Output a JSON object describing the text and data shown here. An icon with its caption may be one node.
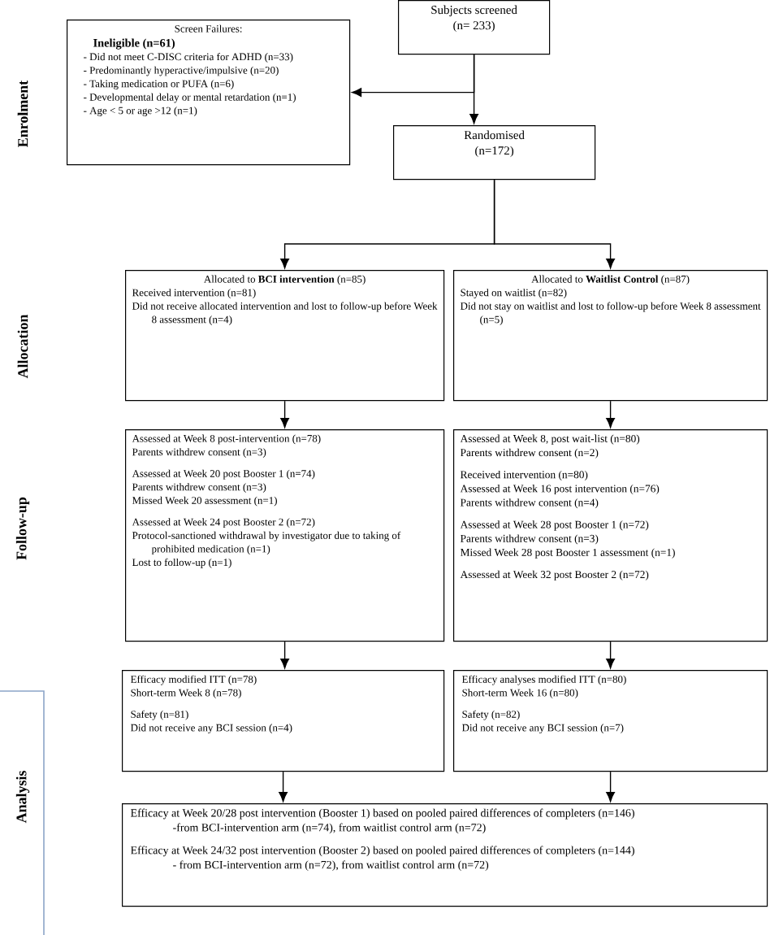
{
  "diagram": {
    "nodes": [
      {
        "text": [
          "Subjects screened (n= 233)"
        ]
      },
      {
        "text": [
          "Screen Failures:",
          "Ineligible (n=61)",
          "- Did not meet C-DISC criteria for ADHD (n=33)",
          "- Predominantly hyperactive/impulsive (n=20)",
          "- Taking medication or PUFA (n=6)",
          "- Developmental delay or mental retardation (n=1)",
          "- Age < 5  or age >12 (n=1)"
        ]
      },
      {
        "text": [
          "Randomised (n=172)"
        ]
      },
      {
        "text": [
          "Allocated to **BCI intervention** (n=85)",
          "Received intervention (n=81)",
          "Did not receive allocated intervention and lost to follow-up before Week 8 assessment (n=4)"
        ]
      },
      {
        "text": [
          "Allocated to **Waitlist Control** (n=87)",
          "Stayed on waitlist (n=82)",
          "Did not stay on waitlist and lost to follow-up before Week 8 assessment (n=5)"
        ]
      },
      {
        "text": [
          "Assessed at Week 8 post-intervention (n=78)",
          "Parents withdrew consent (n=3)",
          "Assessed at Week 20 post Booster 1 (n=74)",
          "Parents withdrew consent (n=3)",
          "Missed Week 20 assessment (n=1)",
          "Assessed at Week 24 post Booster 2 (n=72)",
          "Protocol-sanctioned withdrawal by investigator due to taking of prohibited medication (n=1)",
          "Lost to follow-up (n=1)"
        ]
      },
      {
        "text": [
          "Assessed at Week 8, post wait-list (n=80)",
          "Parents withdrew consent (n=2)",
          "Received intervention (n=80)",
          "Assessed at Week 16 post intervention (n=76)",
          "Parents withdrew consent (n=4)",
          "Assessed at Week 28 post Booster 1 (n=72)",
          "Parents withdrew consent (n=3)",
          "Missed Week 28 post Booster 1 assessment (n=1)",
          "Assessed at Week 32 post Booster 2 (n=72)"
        ]
      },
      {
        "text": [
          "Efficacy modified ITT (n=78)",
          "Short-term Week 8 (n=78)",
          "Safety (n=81)",
          "Did not receive any BCI session (n=4)"
        ]
      },
      {
        "text": [
          "Efficacy analyses modified ITT (n=80)",
          "Short-term Week 16 (n=80)",
          "Safety (n=82)",
          "Did not receive any BCI session (n=7)"
        ]
      },
      {
        "text": [
          "Efficacy at Week 20/28 post intervention (Booster 1) based on pooled paired differences of completers (n=146)",
          "-from BCI-intervention arm (n=74), from waitlist control arm (n=72)",
          "Efficacy at Week 24/32 post intervention (Booster 2) based on pooled paired differences of completers (n=144)",
          "-      from BCI-intervention arm (n=72), from waitlist control arm (n=72)"
        ]
      }
    ],
    "edges": [
      {
        "from": 0,
        "to": 1,
        "arrow": "to"
      },
      {
        "from": 0,
        "to": 2,
        "arrow": "to"
      },
      {
        "from": 2,
        "to": 3,
        "arrow": "to"
      },
      {
        "from": 2,
        "to": 4,
        "arrow": "to"
      },
      {
        "from": 3,
        "to": 5,
        "arrow": "to"
      },
      {
        "from": 4,
        "to": 6,
        "arrow": "to"
      },
      {
        "from": 5,
        "to": 7,
        "arrow": "to"
      },
      {
        "from": 6,
        "to": 8,
        "arrow": "to"
      },
      {
        "from": 7,
        "to": 9,
        "arrow": "to"
      },
      {
        "from": 8,
        "to": 9,
        "arrow": "to"
      }
    ],
    "labels": [
      "Enrolment",
      "Allocation",
      "Follow-up",
      "Analysis"
    ]
  }
}
